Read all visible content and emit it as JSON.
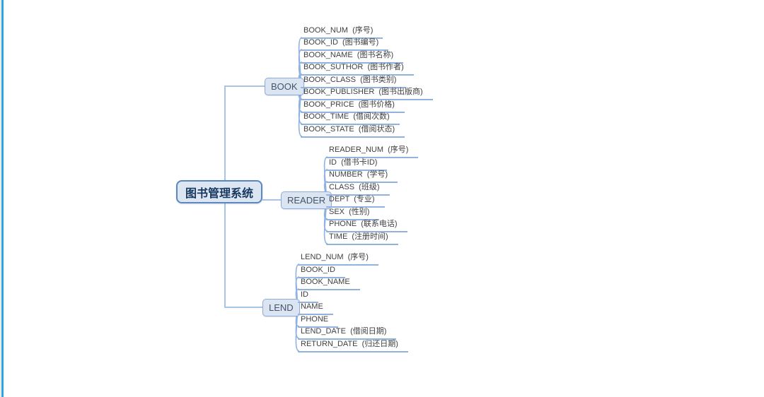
{
  "app": {
    "background_color": "#ffffff",
    "left_accent_color": "#2ea3e6"
  },
  "diagram": {
    "type": "mindmap",
    "root": {
      "label": "图书管理系统"
    },
    "colors": {
      "root_fill": "#dce6f2",
      "root_border": "#5b87c0",
      "root_text": "#17375e",
      "branch_fill": "#dbe5f1",
      "branch_border": "#8faadc",
      "branch_text": "#44546a",
      "leaf_text": "#3f3f3f",
      "leaf_underline": "#8fb3de",
      "trunk_line": "#a8c4e4"
    },
    "branches": [
      {
        "label": "BOOK",
        "children": [
          {
            "label": "BOOK_NUM  (序号)"
          },
          {
            "label": "BOOK_ID  (图书编号)"
          },
          {
            "label": "BOOK_NAME  (图书名称)"
          },
          {
            "label": "BOOK_SUTHOR  (图书作者)"
          },
          {
            "label": "BOOK_CLASS  (图书类别)"
          },
          {
            "label": "BOOK_PUBLISHER  (图书出版商)"
          },
          {
            "label": "BOOK_PRICE  (图书价格)"
          },
          {
            "label": "BOOK_TIME  (借阅次数)"
          },
          {
            "label": "BOOK_STATE  (借阅状态)"
          }
        ]
      },
      {
        "label": "READER",
        "children": [
          {
            "label": "READER_NUM  (序号)"
          },
          {
            "label": "ID  (借书卡ID)"
          },
          {
            "label": "NUMBER  (学号)"
          },
          {
            "label": "CLASS  (班级)"
          },
          {
            "label": "DEPT  (专业)"
          },
          {
            "label": "SEX  (性别)"
          },
          {
            "label": "PHONE  (联系电话)"
          },
          {
            "label": "TIME  (注册时间)"
          }
        ]
      },
      {
        "label": "LEND",
        "children": [
          {
            "label": "LEND_NUM  (序号)"
          },
          {
            "label": "BOOK_ID"
          },
          {
            "label": "BOOK_NAME"
          },
          {
            "label": "ID"
          },
          {
            "label": "NAME"
          },
          {
            "label": "PHONE"
          },
          {
            "label": "LEND_DATE  (借阅日期)"
          },
          {
            "label": "RETURN_DATE  (归还日期)"
          }
        ]
      }
    ]
  }
}
